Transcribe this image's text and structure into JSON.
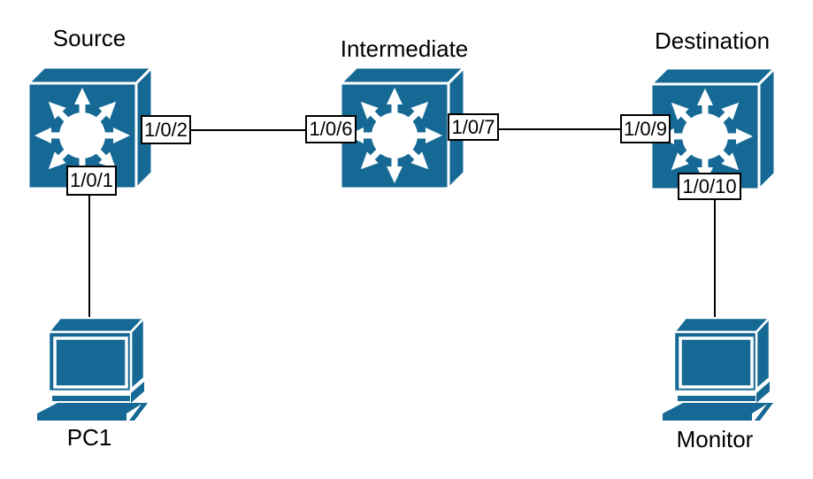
{
  "colors": {
    "device_fill": "#166994",
    "edge": "#000000",
    "port_label_bg": "#ffffff",
    "port_label_border": "#000000",
    "text": "#000000"
  },
  "devices": {
    "source": {
      "label": "Source",
      "type": "switch"
    },
    "intermediate": {
      "label": "Intermediate",
      "type": "switch"
    },
    "destination": {
      "label": "Destination",
      "type": "switch"
    },
    "pc1": {
      "label": "PC1",
      "type": "workstation"
    },
    "monitor": {
      "label": "Monitor",
      "type": "workstation"
    }
  },
  "ports": {
    "source_to_pc1": "1/0/1",
    "source_to_intermediate": "1/0/2",
    "intermediate_to_source": "1/0/6",
    "intermediate_to_destination": "1/0/7",
    "destination_to_intermediate": "1/0/9",
    "destination_to_monitor": "1/0/10"
  },
  "connections": [
    {
      "from": "Source 1/0/2",
      "to": "Intermediate 1/0/6"
    },
    {
      "from": "Intermediate 1/0/7",
      "to": "Destination 1/0/9"
    },
    {
      "from": "Source 1/0/1",
      "to": "PC1"
    },
    {
      "from": "Destination 1/0/10",
      "to": "Monitor"
    }
  ]
}
